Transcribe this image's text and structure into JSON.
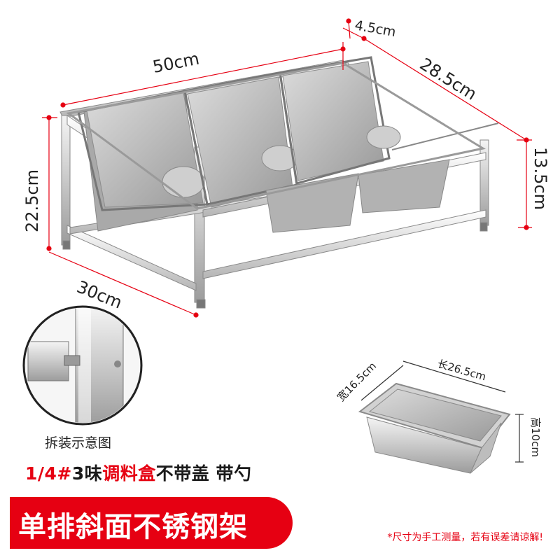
{
  "colors": {
    "accent": "#e60012",
    "dimension_line": "#e60012",
    "steel": "#bcbcbc"
  },
  "dimensions": {
    "top_depth": "4.5cm",
    "length": "50cm",
    "depth": "28.5cm",
    "height_front": "22.5cm",
    "height_back": "13.5cm",
    "width_bottom": "30cm"
  },
  "zoom_caption": "拆装示意图",
  "pan": {
    "width": "宽16.5cm",
    "length": "长26.5cm",
    "height": "高10cm"
  },
  "title": {
    "part1": "1/4#",
    "part2": "3味",
    "part3": "调料盒",
    "part4": "不带盖 带勺"
  },
  "banner": "单排斜面不锈钢架",
  "note": "*尺寸为手工测量，若有误差请谅解!"
}
